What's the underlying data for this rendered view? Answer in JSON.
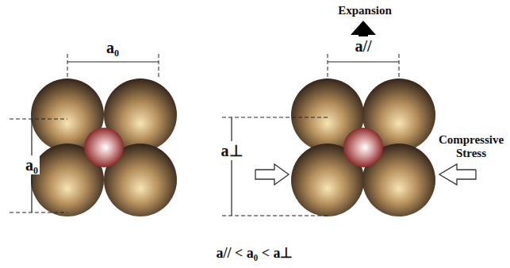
{
  "diagram": {
    "labels": [
      "a₀",
      "Expansion",
      "a//",
      "a₀",
      "a⊥",
      "Compressive Stress",
      "a// < a₀ < a⊥"
    ]
  }
}
